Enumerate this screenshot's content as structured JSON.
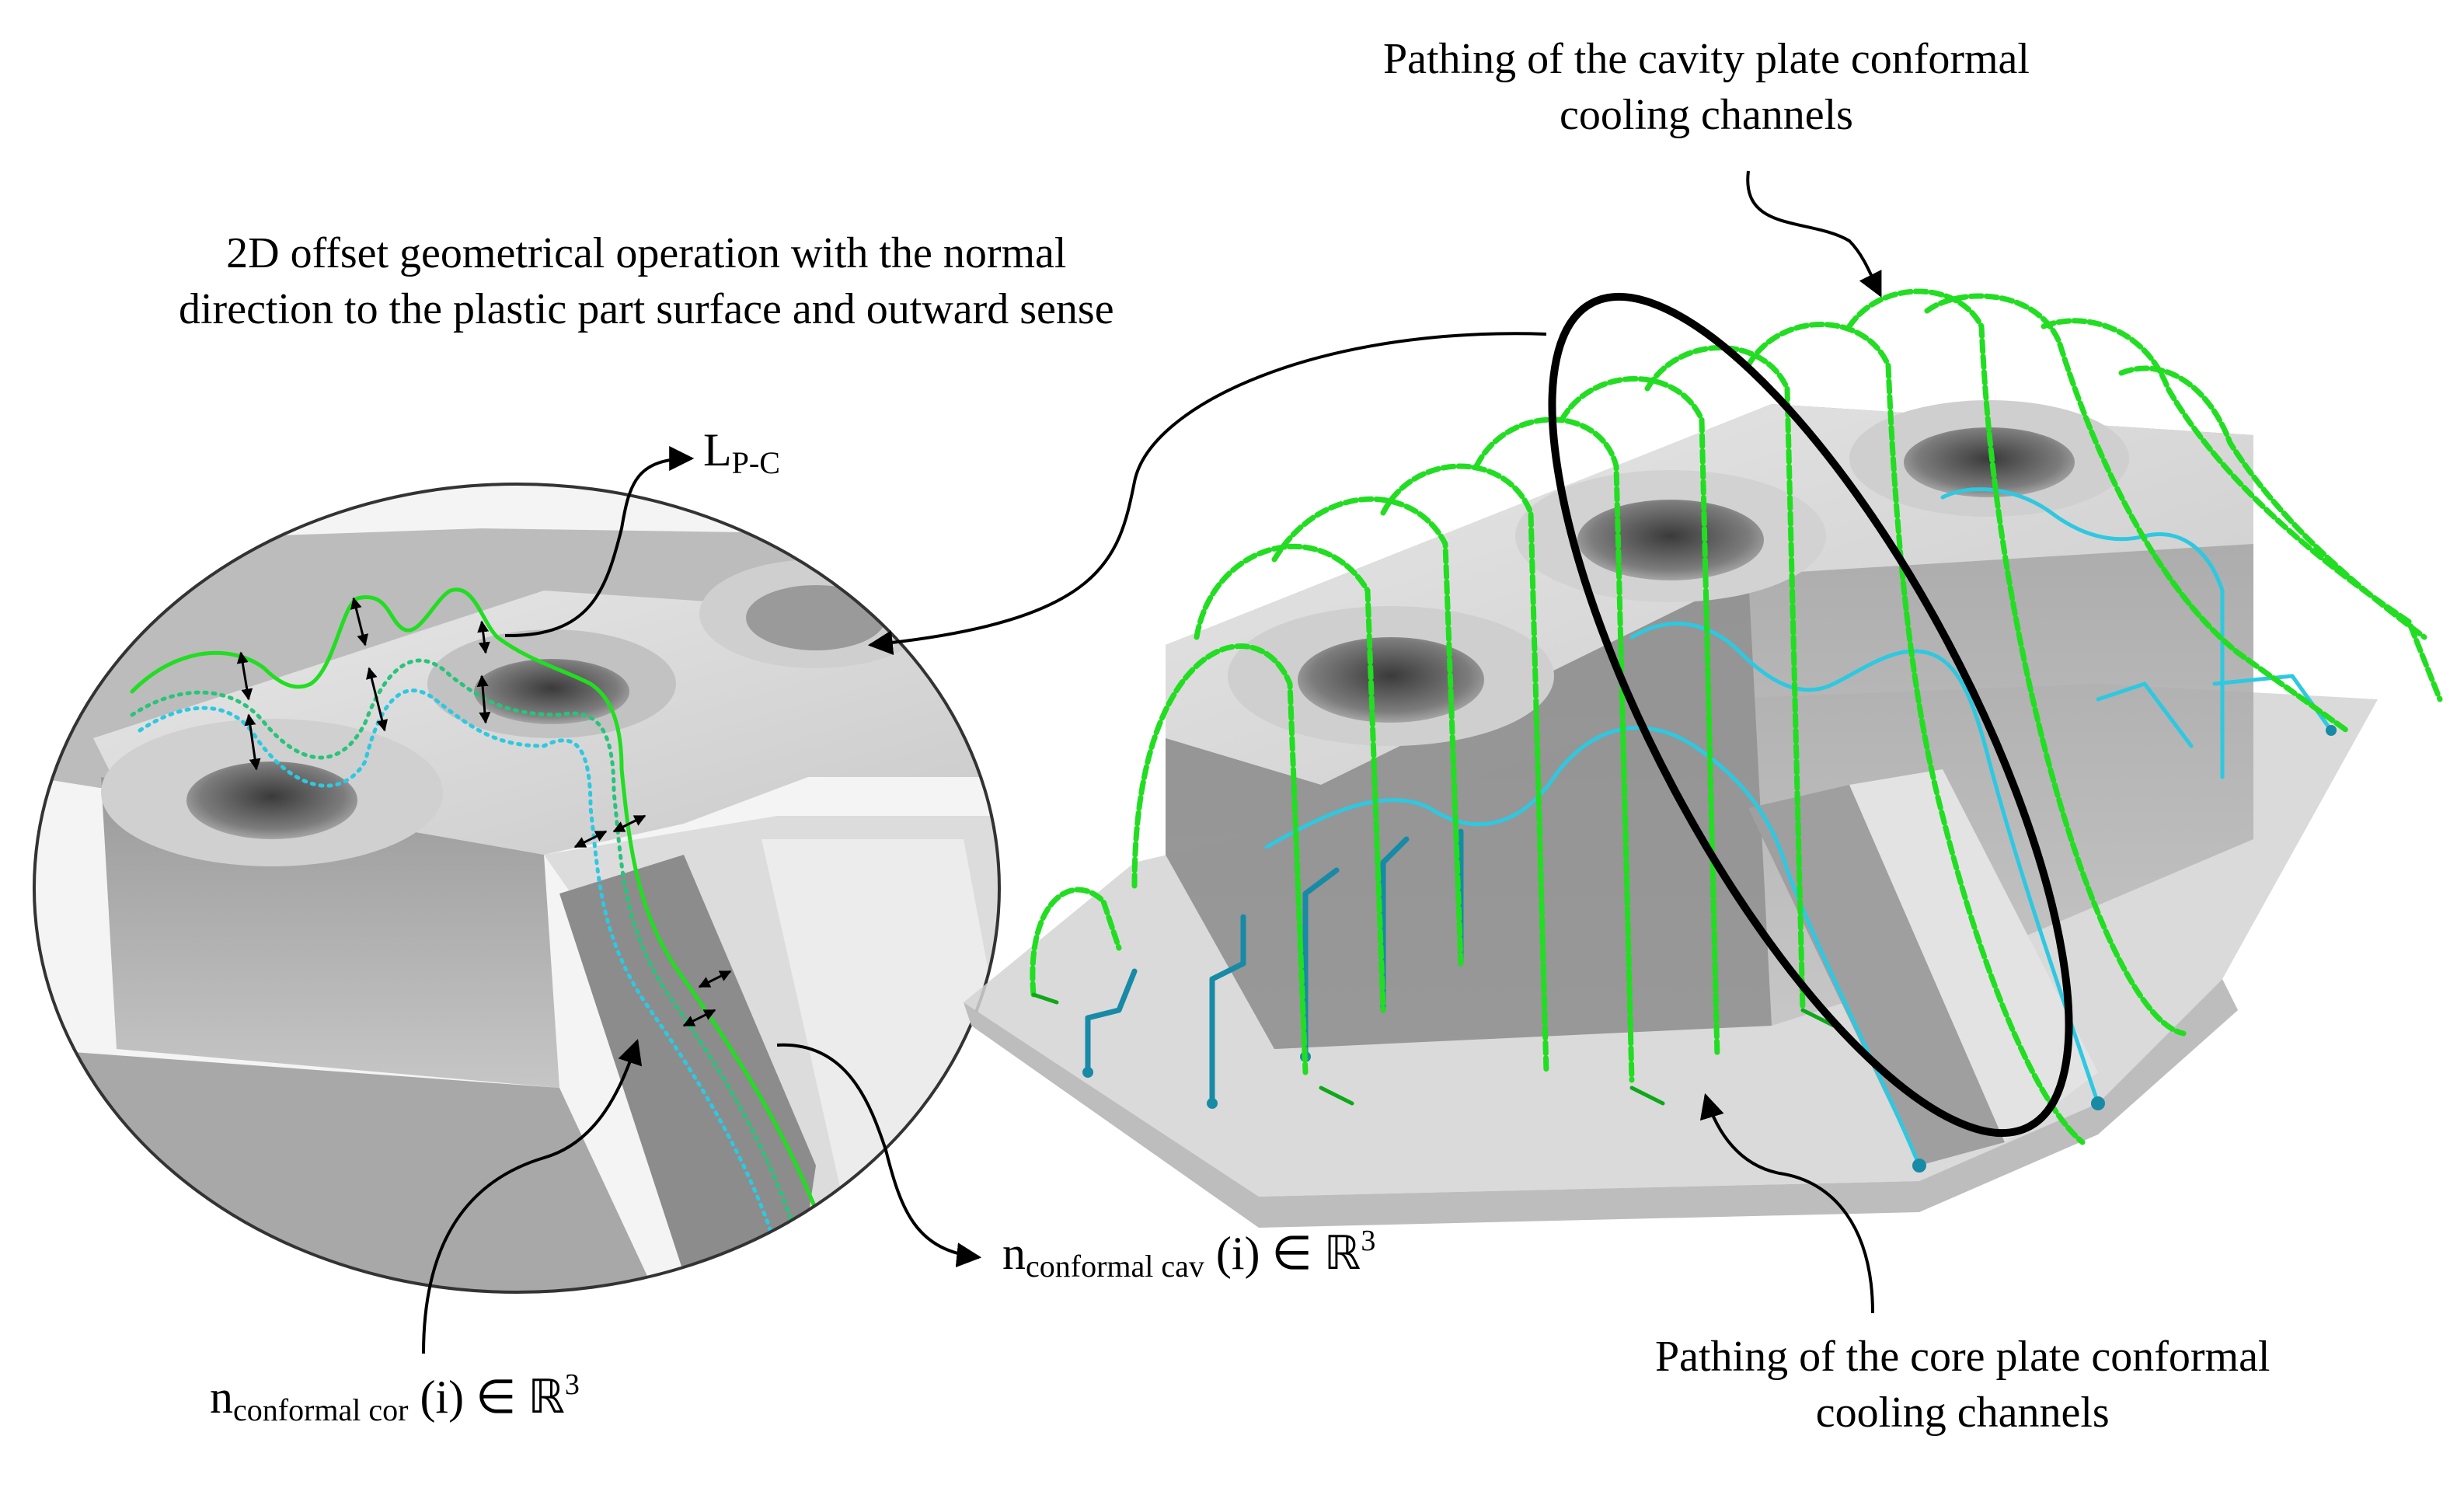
{
  "labels": {
    "cavity_channels": {
      "line1": "Pathing of the cavity plate conformal",
      "line2": "cooling channels"
    },
    "offset_operation": {
      "line1": "2D offset geometrical operation with the normal",
      "line2": "direction to the plastic part surface and outward sense"
    },
    "core_channels": {
      "line1": "Pathing of the core plate conformal",
      "line2": "cooling channels"
    },
    "lpc": {
      "main": "L",
      "sub": "P-C"
    },
    "n_cav": {
      "main": "n",
      "sub": "conformal cav",
      "rest": " (i) ∈ ℝ",
      "sup": "3"
    },
    "n_cor": {
      "main": "n",
      "sub": "conformal cor",
      "rest": " (i) ∈ ℝ",
      "sup": "3"
    }
  },
  "colors": {
    "cavity_channel": "#22dd22",
    "cavity_channel_dark": "#0fa81a",
    "core_channel": "#2ec8e0",
    "core_channel_dark": "#178aa6",
    "part_gray": "#bdbdbd",
    "part_dark": "#7a7a7a",
    "outline": "#000000"
  }
}
